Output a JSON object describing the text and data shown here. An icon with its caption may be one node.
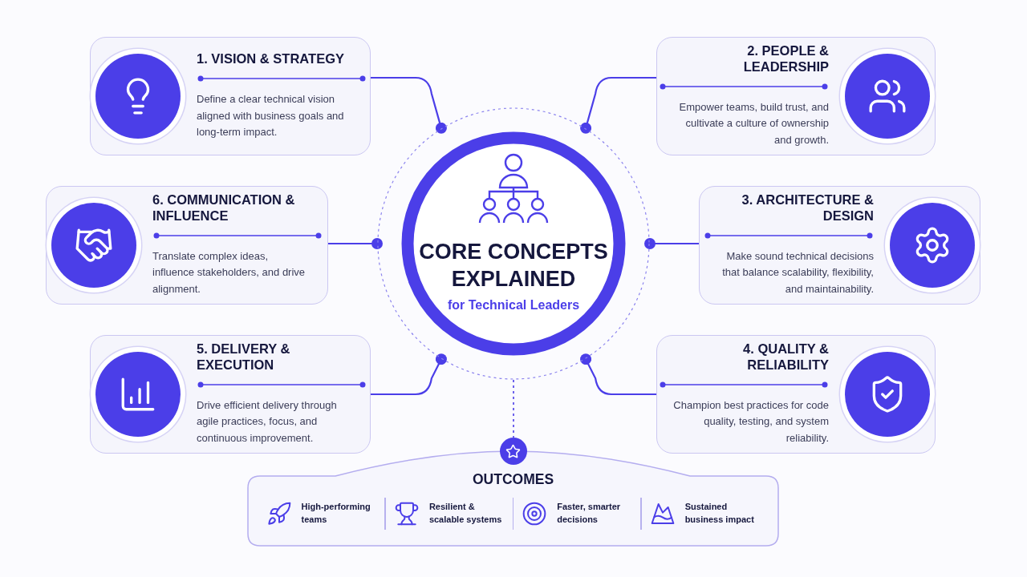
{
  "diagram": {
    "nodes": [
      {
        "text": [
          "CORE CONCEPTS EXPLAINED",
          "for Technical Leaders"
        ]
      },
      {
        "text": [
          "1. VISION & STRATEGY",
          "Define a clear technical vision aligned with business goals and long-term impact."
        ]
      },
      {
        "text": [
          "2. PEOPLE & LEADERSHIP",
          "Empower teams, build trust, and cultivate a culture of ownership and growth."
        ]
      },
      {
        "text": [
          "3. ARCHITECTURE & DESIGN",
          "Make sound technical decisions that balance scalability, flexibility, and maintainability."
        ]
      },
      {
        "text": [
          "4. QUALITY & RELIABILITY",
          "Champion best practices for code quality, testing, and system reliability."
        ]
      },
      {
        "text": [
          "5. DELIVERY & EXECUTION",
          "Drive efficient delivery through agile practices, focus, and continuous improvement."
        ]
      },
      {
        "text": [
          "6. COMMUNICATION & INFLUENCE",
          "Translate complex ideas, influence stakeholders, and drive alignment."
        ]
      },
      {
        "text": [
          "OUTCOMES"
        ]
      },
      {
        "text": [
          "High-performing teams"
        ],
        "in": 7
      },
      {
        "text": [
          "Resilient & scalable systems"
        ],
        "in": 7
      },
      {
        "text": [
          "Faster, smarter decisions"
        ],
        "in": 7
      },
      {
        "text": [
          "Sustained business impact"
        ],
        "in": 7
      }
    ],
    "edges": [
      {
        "from": 0,
        "to": 1,
        "arrow": "other"
      },
      {
        "from": 0,
        "to": 2,
        "arrow": "other"
      },
      {
        "from": 0,
        "to": 3,
        "arrow": "other"
      },
      {
        "from": 0,
        "to": 4,
        "arrow": "other"
      },
      {
        "from": 0,
        "to": 5,
        "arrow": "other"
      },
      {
        "from": 0,
        "to": 6,
        "arrow": "other"
      },
      {
        "from": 0,
        "to": 7,
        "arrow": "none",
        "style": "dashed"
      }
    ]
  }
}
